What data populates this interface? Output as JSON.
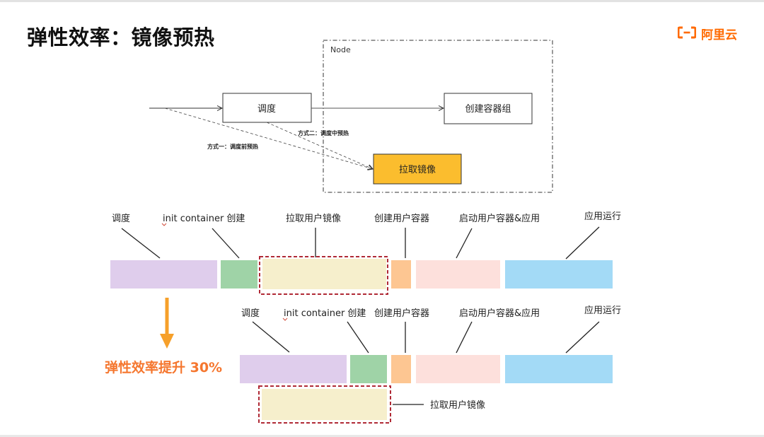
{
  "title": "弹性效率：镜像预热",
  "logo": {
    "text": "阿里云",
    "color": "#ff6a00"
  },
  "flow": {
    "node_label": "Node",
    "schedule": "调度",
    "create_pod": "创建容器组",
    "pull_image": "拉取镜像",
    "method_two": "方式二：调度中预热",
    "method_one": "方式一：调度前预热"
  },
  "timeline_top": {
    "labels": {
      "schedule": "调度",
      "init": "init container 创建",
      "pull": "拉取用户镜像",
      "create": "创建用户容器",
      "start": "启动用户容器&应用",
      "run": "应用运行"
    }
  },
  "timeline_bottom": {
    "labels": {
      "schedule": "调度",
      "init": "init container 创建",
      "create": "创建用户容器",
      "start": "启动用户容器&应用",
      "run": "应用运行",
      "pull": "拉取用户镜像"
    }
  },
  "improvement": {
    "text": "弹性效率提升 30%"
  },
  "colors": {
    "schedule": "#dfcdec",
    "init": "#9fd3a7",
    "pull": "#f6efcc",
    "create": "#fdc692",
    "start": "#fde0dc",
    "run": "#a3daf6",
    "highlight": "#fbbd2e",
    "dashed_outline": "#b02a36",
    "arrow": "#f6a02a",
    "improvement": "#f5772f"
  }
}
